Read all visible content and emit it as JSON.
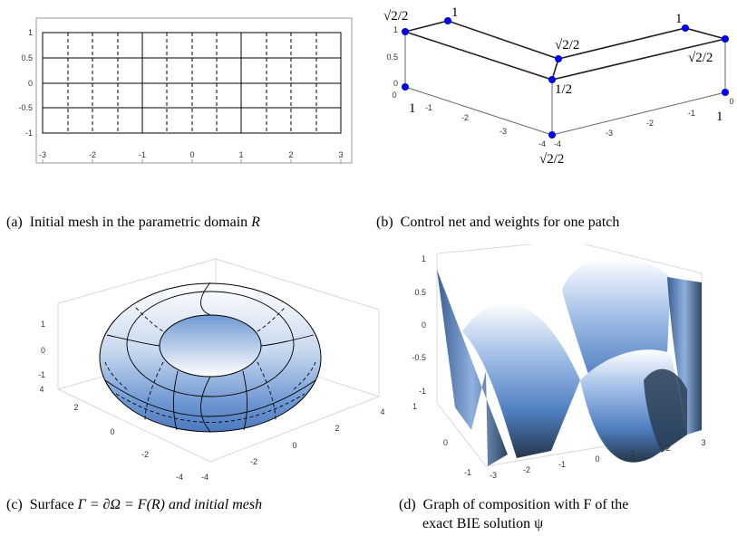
{
  "captions": {
    "a": {
      "tag": "(a)",
      "text": "Initial mesh in the parametric domain",
      "sym": "R"
    },
    "b": {
      "tag": "(b)",
      "text": "Control net and weights for one patch"
    },
    "c": {
      "tag": "(c)",
      "pre": "Surface",
      "expr": "Γ = ∂Ω = F(R) and initial mesh"
    },
    "d": {
      "tag": "(d)",
      "line1": "Graph of composition with F of the",
      "line2": "exact BIE solution ψ"
    }
  },
  "panel_a": {
    "xticks": [
      "-3",
      "-2",
      "-1",
      "0",
      "1",
      "2",
      "3"
    ],
    "yticks": [
      "1",
      "0.5",
      "0",
      "-0.5",
      "-1"
    ]
  },
  "panel_b": {
    "weights": [
      "√2/2",
      "1",
      "√2/2",
      "1",
      "√2/2",
      "1/2",
      "1",
      "1",
      "√2/2"
    ],
    "zticks": [
      "1",
      "0.5",
      "0"
    ],
    "xticks": [
      "0",
      "-1",
      "-2",
      "-3",
      "-4"
    ],
    "yticks": [
      "-4",
      "-3",
      "-2",
      "-1",
      "0"
    ]
  },
  "panel_c": {
    "zticks": [
      "1",
      "0",
      "-1"
    ],
    "yticks": [
      "4",
      "2",
      "0",
      "-2",
      "-4"
    ],
    "xticks": [
      "-4",
      "-2",
      "0",
      "2",
      "4"
    ]
  },
  "panel_d": {
    "zticks": [
      "1",
      "0.5",
      "0",
      "-0.5",
      "-1"
    ],
    "yticks": [
      "1",
      "0",
      "-1"
    ],
    "xticks": [
      "-3",
      "-2",
      "-1",
      "0",
      "1",
      "2",
      "3"
    ]
  },
  "colors": {
    "surface_light": "#ffffff",
    "surface_mid": "#7aa2d8",
    "surface_dark": "#2a3d55",
    "marker": "#0000ee"
  }
}
